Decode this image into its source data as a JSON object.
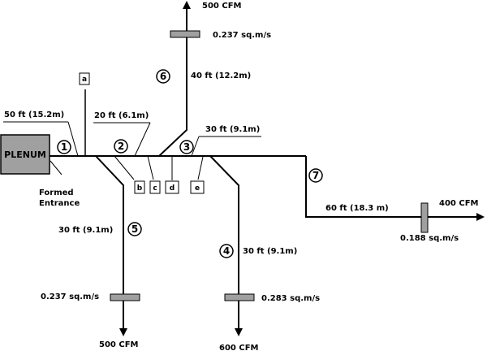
{
  "plenum": {
    "label": "PLENUM",
    "entrance_label_1": "Formed",
    "entrance_label_2": "Entrance"
  },
  "segments": {
    "s1": {
      "number": "1",
      "length": "50 ft (15.2m)"
    },
    "s2": {
      "number": "2",
      "length": "20 ft (6.1m)"
    },
    "s3": {
      "number": "3",
      "length": "30 ft (9.1m)"
    },
    "s4": {
      "number": "4",
      "length": "30 ft (9.1m)"
    },
    "s5": {
      "number": "5",
      "length": "30 ft (9.1m)"
    },
    "s6": {
      "number": "6",
      "length": "40 ft (12.2m)"
    },
    "s7": {
      "number": "7",
      "length": "60 ft (18.3 m)"
    }
  },
  "fittings": {
    "a": "a",
    "b": "b",
    "c": "c",
    "d": "d",
    "e": "e"
  },
  "outlets": {
    "top": {
      "flow": "500 CFM",
      "area": "0.237 sq.m/s"
    },
    "left_bottom": {
      "flow": "500 CFM",
      "area": "0.237 sq.m/s"
    },
    "mid_bottom": {
      "flow": "600 CFM",
      "area": "0.283 sq.m/s"
    },
    "right": {
      "flow": "400 CFM",
      "area": "0.188 sq.m/s"
    }
  }
}
